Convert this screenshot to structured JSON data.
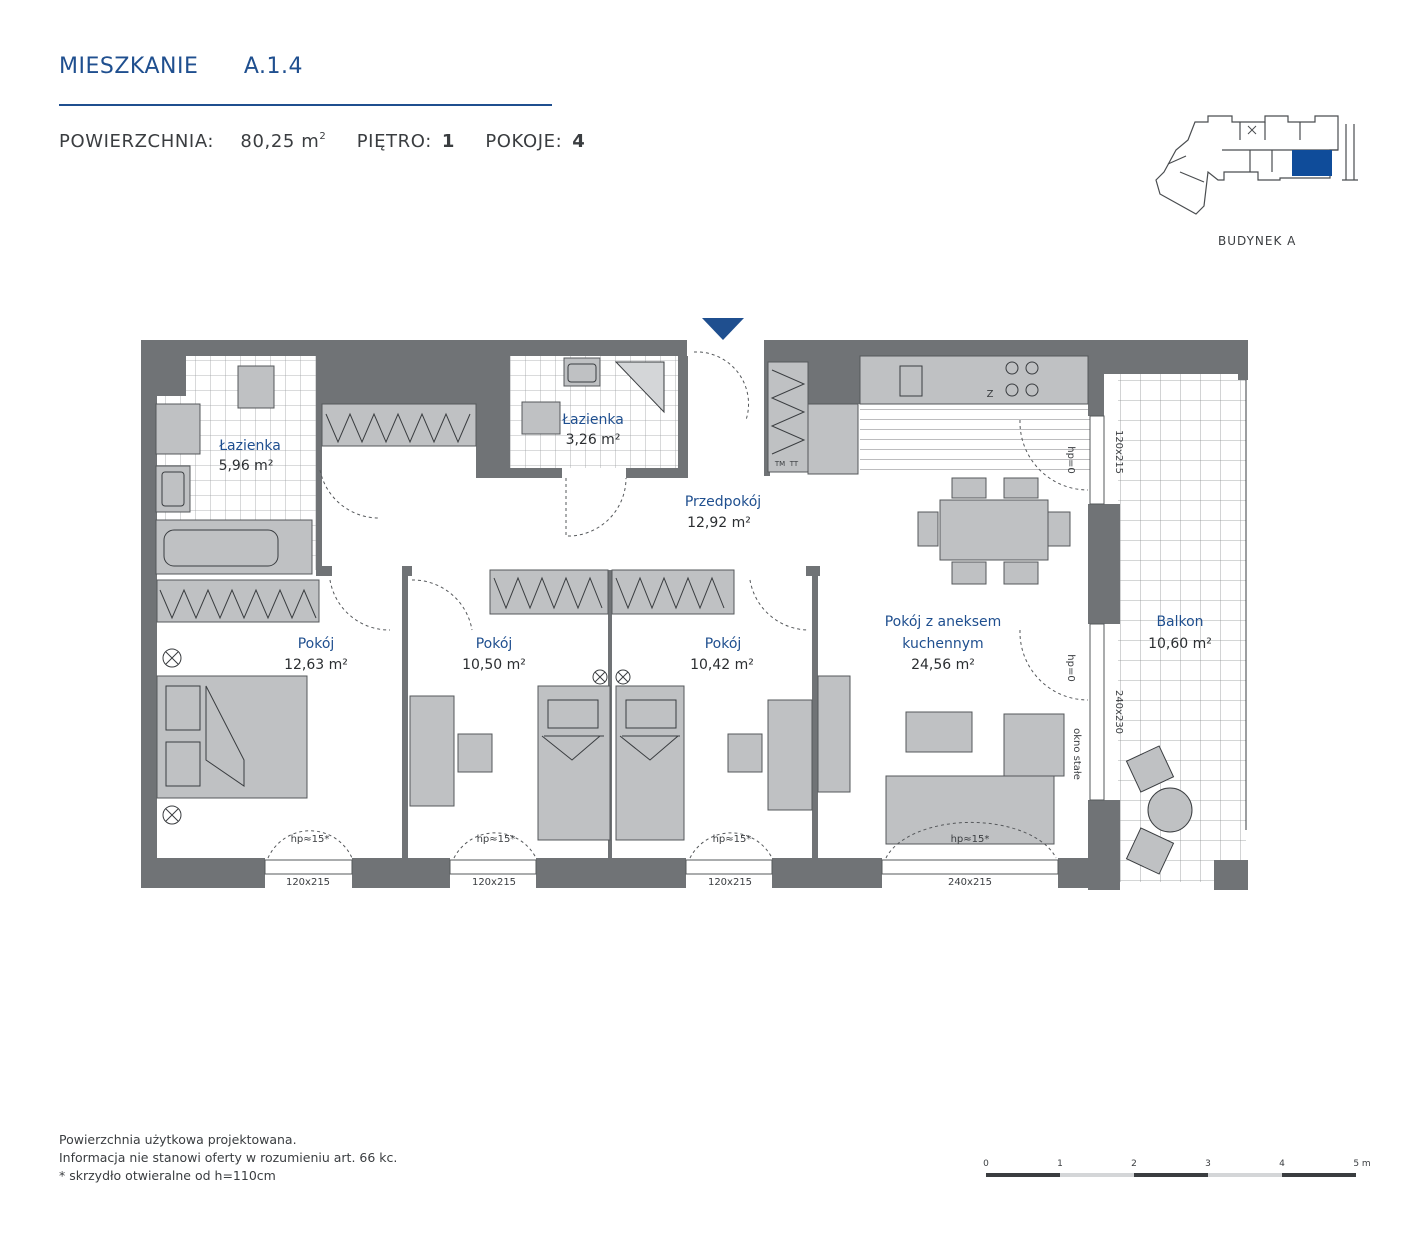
{
  "header": {
    "title_label": "MIESZKANIE",
    "title_code": "A.1.4",
    "area_label": "POWIERZCHNIA:",
    "area_value": "80,25 m",
    "area_unit_sup": "2",
    "floor_label": "PIĘTRO:",
    "floor_value": "1",
    "rooms_label": "POKOJE:",
    "rooms_value": "4"
  },
  "building": {
    "caption": "BUDYNEK A",
    "highlight_color": "#0f4c9a"
  },
  "rooms": [
    {
      "name": "Łazienka",
      "area": "5,96 m²"
    },
    {
      "name": "Łazienka",
      "area": "3,26 m²"
    },
    {
      "name": "Przedpokój",
      "area": "12,92 m²"
    },
    {
      "name": "Pokój",
      "area": "12,63 m²"
    },
    {
      "name": "Pokój",
      "area": "10,50 m²"
    },
    {
      "name": "Pokój",
      "area": "10,42 m²"
    },
    {
      "name": "Pokój z aneksem",
      "name2": "kuchennym",
      "area": "24,56 m²"
    },
    {
      "name": "Balkon",
      "area": "10,60 m²"
    }
  ],
  "windows": [
    "120x215",
    "120x215",
    "120x215",
    "240x215",
    "120x215",
    "240x230"
  ],
  "sill_heights": [
    "hp≈15*",
    "hp≈15*",
    "hp≈15*",
    "hp≈15*",
    "hp=0",
    "hp=0"
  ],
  "misc_labels": {
    "window_note": "okno stałe",
    "fridge_mark": "Z",
    "washer_mark": "TM",
    "dryer_mark": "TT"
  },
  "scale": {
    "ticks": [
      "0",
      "1",
      "2",
      "3",
      "4",
      "5 m"
    ]
  },
  "notes": [
    "Powierzchnia użytkowa projektowana.",
    "Informacja nie stanowi oferty w rozumieniu art. 66 kc.",
    "* skrzydło otwieralne od h=110cm"
  ],
  "colors": {
    "accent": "#1f4f8f",
    "wall": "#707376",
    "furniture": "#bfc1c3"
  }
}
